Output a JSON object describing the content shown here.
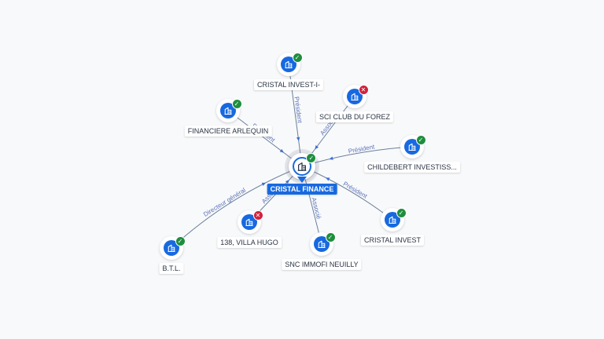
{
  "center": {
    "label": "CRISTAL FINANCE",
    "icon": "building-icon",
    "status": "active"
  },
  "nodes": [
    {
      "id": "cristal-invest-i",
      "label": "CRISTAL INVEST-I-",
      "status": "active",
      "icon": "building-icon"
    },
    {
      "id": "sci-club-du-forez",
      "label": "SCI CLUB DU FOREZ",
      "status": "closed",
      "icon": "building-icon"
    },
    {
      "id": "financiere-arlequin",
      "label": "FINANCIERE ARLEQUIN",
      "status": "active",
      "icon": "building-icon"
    },
    {
      "id": "childebert",
      "label": "CHILDEBERT INVESTISS...",
      "status": "active",
      "icon": "building-icon"
    },
    {
      "id": "cristal-invest",
      "label": "CRISTAL INVEST",
      "status": "active",
      "icon": "building-icon"
    },
    {
      "id": "snc-immofi",
      "label": "SNC IMMOFI NEUILLY",
      "status": "active",
      "icon": "building-icon"
    },
    {
      "id": "villa-hugo",
      "label": "138, VILLA HUGO",
      "status": "closed",
      "icon": "building-icon"
    },
    {
      "id": "btl",
      "label": "B.T.L.",
      "status": "active",
      "icon": "building-icon"
    }
  ],
  "edges": [
    {
      "to": "cristal-invest-i",
      "label": "Président"
    },
    {
      "to": "sci-club-du-forez",
      "label": "Associé"
    },
    {
      "to": "financiere-arlequin",
      "label": "Président"
    },
    {
      "to": "childebert",
      "label": "Président"
    },
    {
      "to": "cristal-invest",
      "label": "Président"
    },
    {
      "to": "snc-immofi",
      "label": "Associé"
    },
    {
      "to": "villa-hugo",
      "label": "Associé"
    },
    {
      "to": "btl",
      "label": "Directeur général"
    }
  ],
  "colors": {
    "accent": "#1769e0",
    "active": "#1e8e3e",
    "closed": "#d2213c",
    "edge": "#6b7f99",
    "edge_label": "#5a73b8"
  }
}
